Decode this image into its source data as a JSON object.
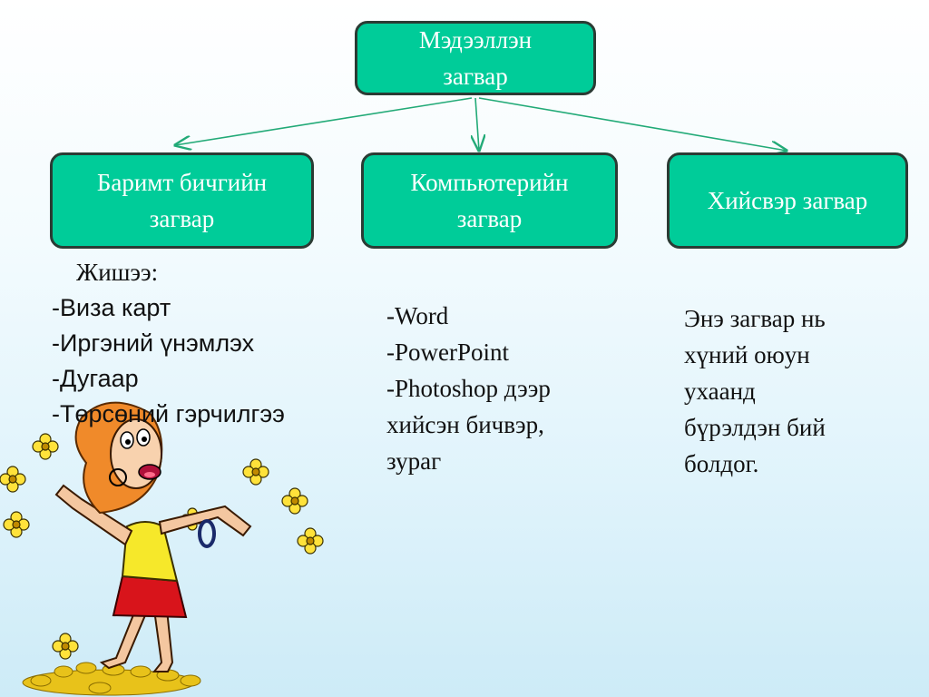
{
  "root": {
    "line1": "Мэдээллэн",
    "line2": "загвар"
  },
  "branches": [
    {
      "line1": "Баримт бичгийн",
      "line2": "загвар"
    },
    {
      "line1": "Компьютерийн",
      "line2": "загвар"
    },
    {
      "line1": "Хийсвэр загвар"
    }
  ],
  "example_heading": "Жишээ:",
  "examples_left": [
    "-Виза карт",
    "-Иргэний  үнэмлэх",
    "-Дугаар",
    "-Төрсөний гэрчилгээ"
  ],
  "examples_middle": [
    "-Word",
    "-PowerPoint",
    "-Photoshop дээр",
    "хийсэн бичвэр,",
    "зураг"
  ],
  "examples_right": [
    "Энэ загвар нь",
    "хүний оюун",
    "ухаанд",
    "бүрэлдэн бий",
    "болдог."
  ],
  "colors": {
    "box_fill": "#00cc99",
    "box_border": "#2b3b34",
    "arrow": "#22aa77"
  },
  "illustration": "cheering-woman-with-flowers-clipart"
}
